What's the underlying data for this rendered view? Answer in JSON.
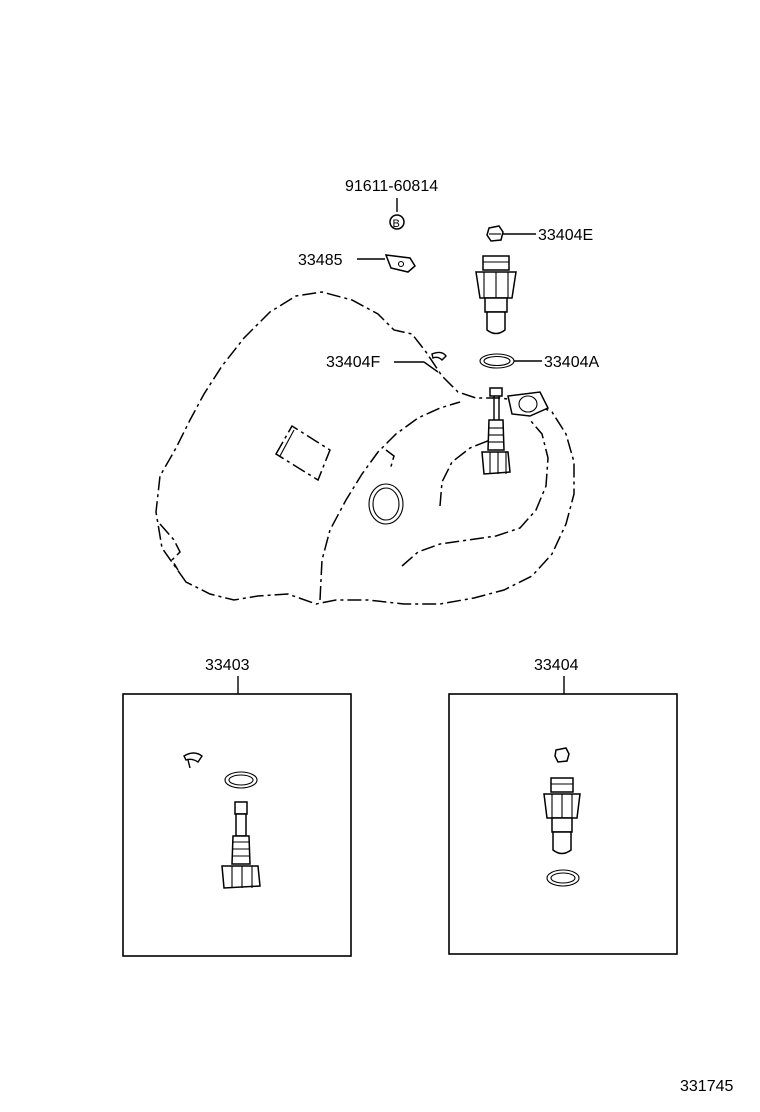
{
  "labels": {
    "bolt": "91611-60814",
    "bolt_mark": "B",
    "plate": "33485",
    "sleeve_cap": "33404E",
    "clip": "33404F",
    "o_ring": "33404A",
    "kit_left": "33403",
    "kit_right": "33404",
    "diagram_number": "331745"
  }
}
